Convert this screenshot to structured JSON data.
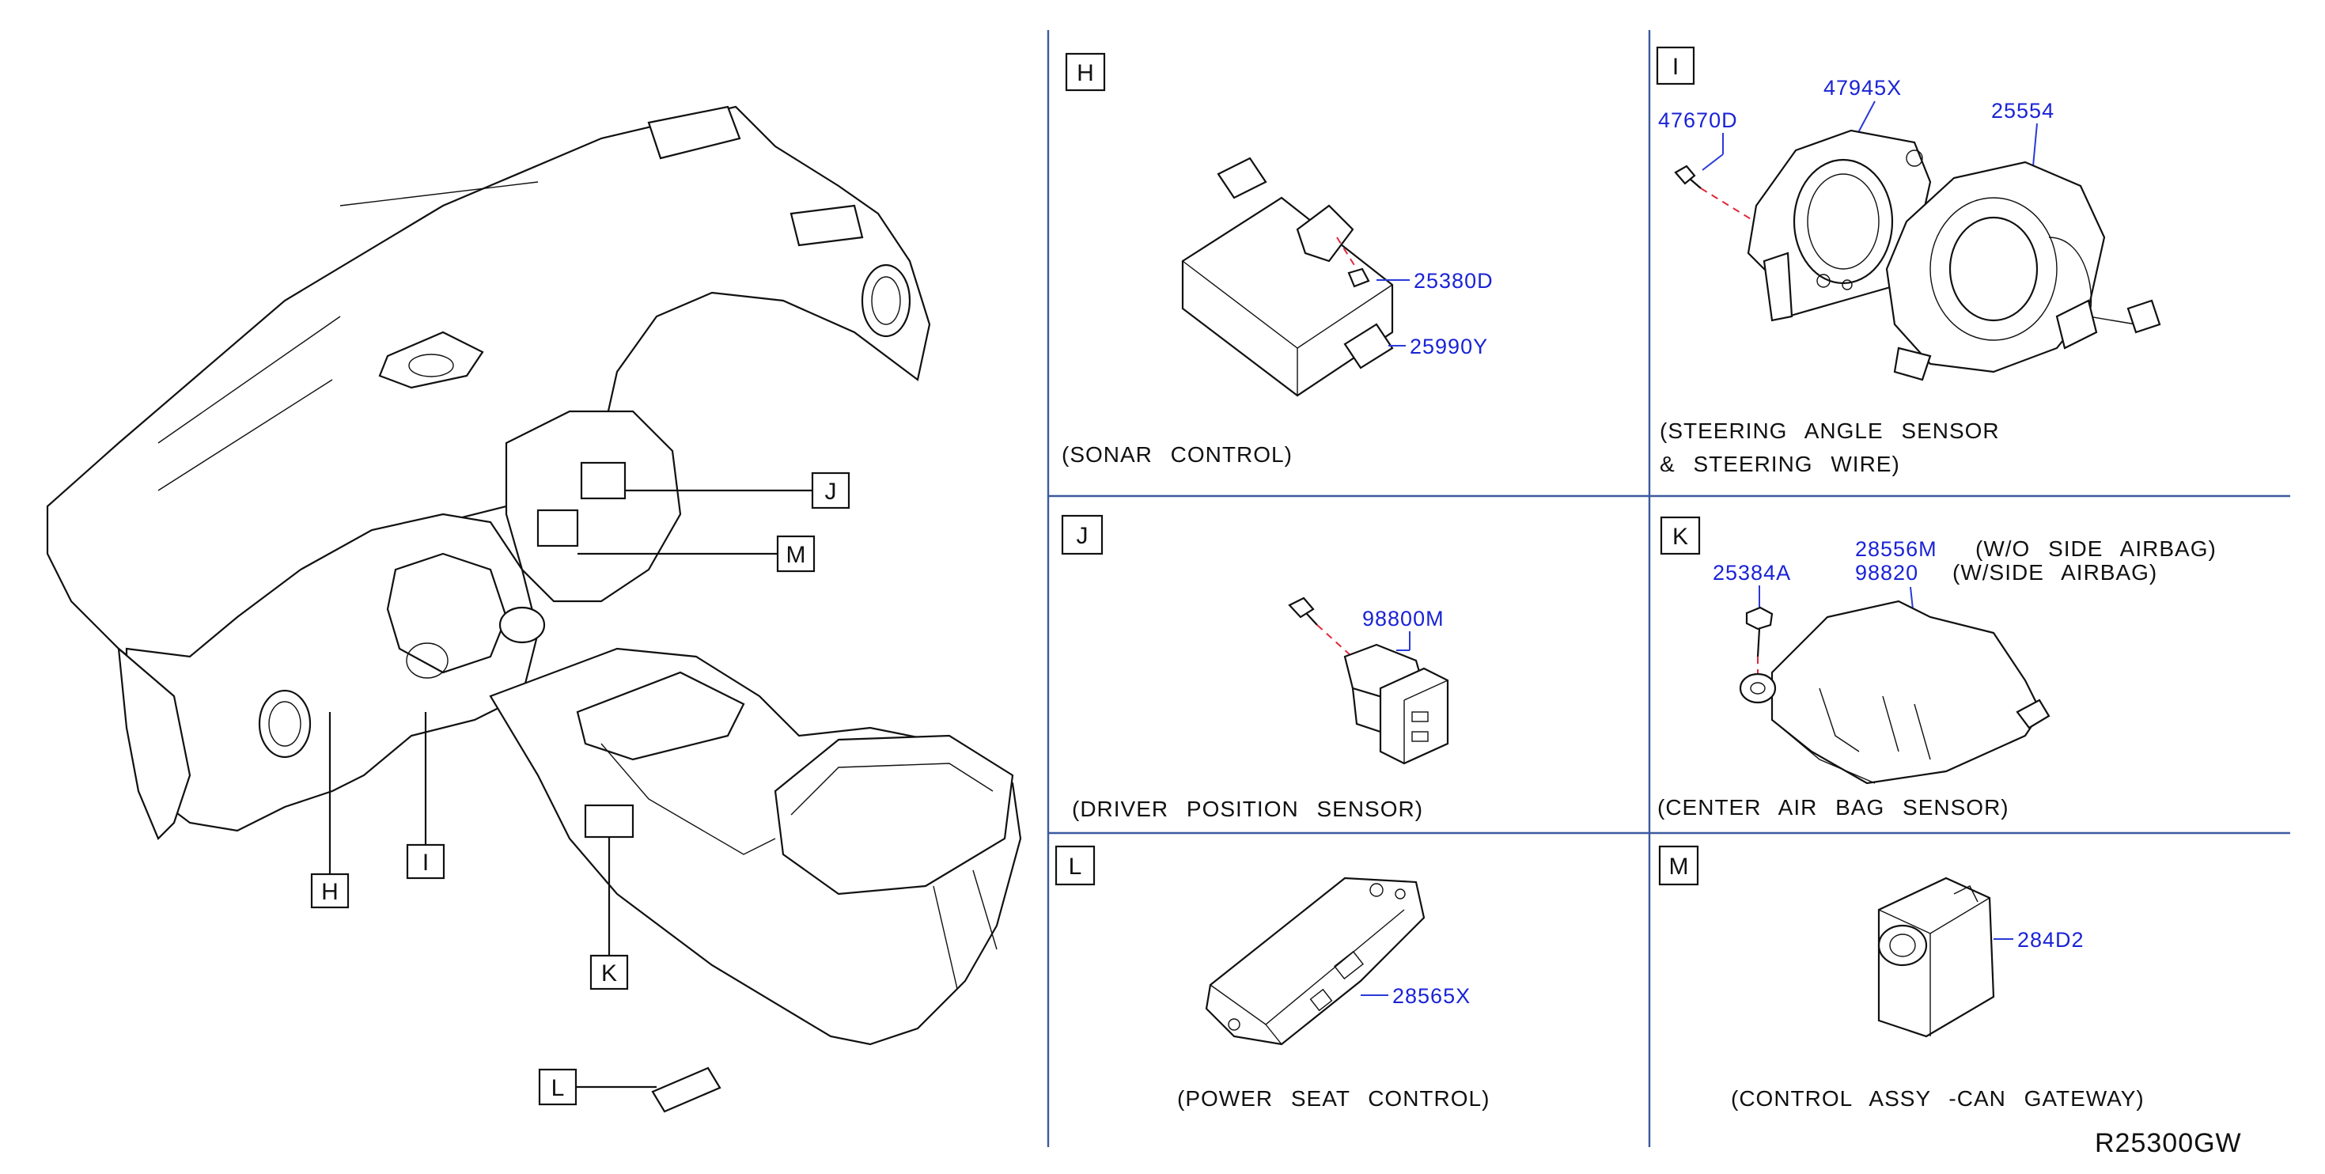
{
  "diagram_ref": "R25300GW",
  "overview": {
    "callouts": [
      "H",
      "I",
      "J",
      "M",
      "K",
      "L"
    ]
  },
  "panels": {
    "H": {
      "letter": "H",
      "caption": "(SONAR CONTROL)",
      "parts": [
        "25380D",
        "25990Y"
      ]
    },
    "I": {
      "letter": "I",
      "caption_line1": "(STEERING ANGLE SENSOR",
      "caption_line2": "& STEERING WIRE)",
      "parts": [
        "47670D",
        "47945X",
        "25554"
      ]
    },
    "J": {
      "letter": "J",
      "caption": "(DRIVER POSITION SENSOR)",
      "parts": [
        "98800M"
      ]
    },
    "K": {
      "letter": "K",
      "caption": "(CENTER AIR BAG SENSOR)",
      "parts": [
        "25384A",
        "28556M",
        "98820"
      ],
      "notes": [
        "(W/O SIDE AIRBAG)",
        "(W/SIDE AIRBAG)"
      ]
    },
    "L": {
      "letter": "L",
      "caption": "(POWER SEAT CONTROL)",
      "parts": [
        "28565X"
      ]
    },
    "M": {
      "letter": "M",
      "caption": "(CONTROL ASSY -CAN GATEWAY)",
      "parts": [
        "284D2"
      ]
    }
  }
}
